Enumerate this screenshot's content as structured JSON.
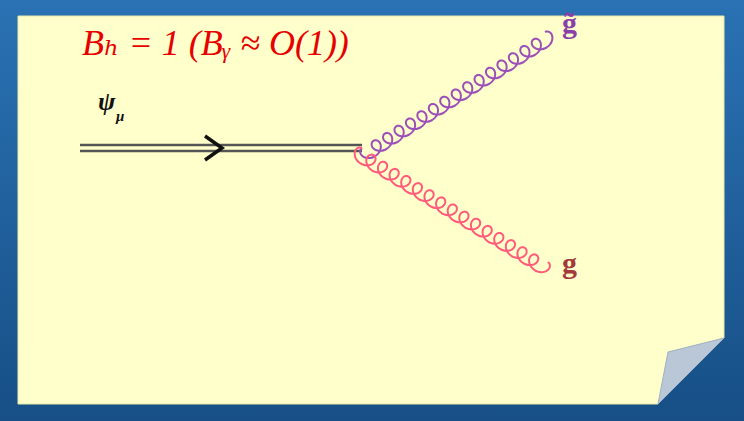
{
  "diagram": {
    "labels": [
      "Bₕ = 1  (Bᵧ ≈ O(1))",
      "ψ",
      "μ",
      "g̃",
      "g"
    ]
  }
}
